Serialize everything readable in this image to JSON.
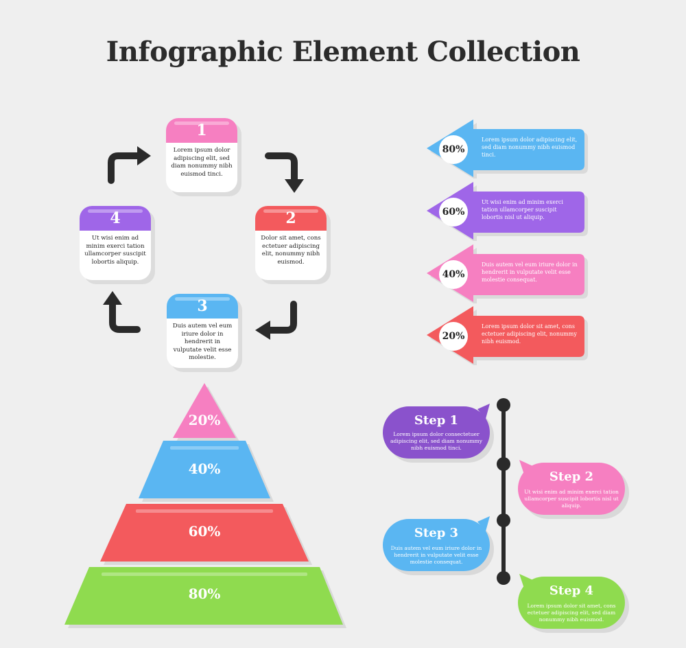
{
  "title": "Infographic Element Collection",
  "cycle": [
    {
      "number": "1",
      "text": "Lorem ipsum dolor adipiscing elit, sed diam nonummy nibh euismod tinci.",
      "color": "#f67fc1"
    },
    {
      "number": "2",
      "text": "Dolor sit amet, cons ectetuer adipiscing elit, nonummy nibh euismod.",
      "color": "#f35a5d"
    },
    {
      "number": "3",
      "text": "Duis autem vel eum iriure dolor in hendrerit in vulputate velit esse molestie.",
      "color": "#5ab6f2"
    },
    {
      "number": "4",
      "text": "Ut wisi enim ad minim exerci tation ullamcorper suscipit lobortis aliquip.",
      "color": "#9f66e8"
    }
  ],
  "arrow_tags": [
    {
      "percent": "80%",
      "text": "Lorem ipsum dolor adipiscing elit, sed diam nonummy nibh euismod tinci.",
      "color": "#5ab6f2"
    },
    {
      "percent": "60%",
      "text": "Ut wisi enim ad minim exerci tation ullamcorper suscipit lobortis nisl ut aliquip.",
      "color": "#9f66e8"
    },
    {
      "percent": "40%",
      "text": "Duis autem vel eum iriure dolor in hendrerit in vulputate velit esse molestie consequat.",
      "color": "#f67fc1"
    },
    {
      "percent": "20%",
      "text": "Lorem ipsum dolor sit amet, cons ectetuer adipiscing elit, nonummy nibh euismod.",
      "color": "#f35a5d"
    }
  ],
  "pyramid": [
    {
      "label": "20%",
      "color": "#f67fc1"
    },
    {
      "label": "40%",
      "color": "#5ab6f2"
    },
    {
      "label": "60%",
      "color": "#f35a5d"
    },
    {
      "label": "80%",
      "color": "#8fdb4f"
    }
  ],
  "steps": [
    {
      "title": "Step 1",
      "text": "Lorem ipsum dolor consectetuer adipiscing elit, sed diam nonummy nibh euismod tinci.",
      "color": "#8a52cc"
    },
    {
      "title": "Step 2",
      "text": "Ut wisi enim ad minim exerci tation ullamcorper suscipit lobortis nisl ut aliquip.",
      "color": "#f67fc1"
    },
    {
      "title": "Step 3",
      "text": "Duis autem vel eum iriure dolor in hendrerit in vulputate velit esse molestie consequat.",
      "color": "#5ab6f2"
    },
    {
      "title": "Step 4",
      "text": "Lorem ipsum dolor sit amet, cons ectetuer adipiscing elit, sed diam nonummy nibh euismod.",
      "color": "#8fdb4f"
    }
  ]
}
